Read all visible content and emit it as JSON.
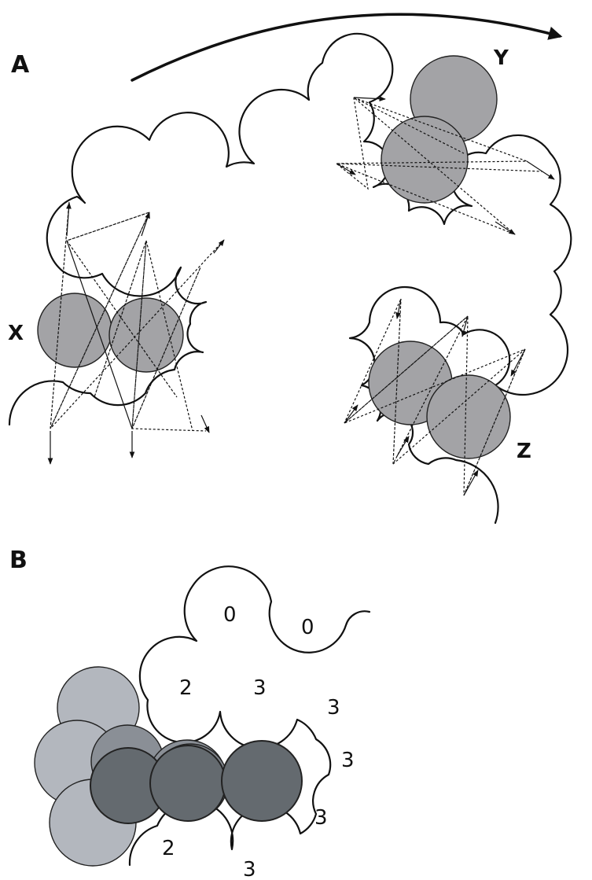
{
  "panel_a": {
    "label": "A",
    "sites": {
      "x": "X",
      "y": "Y",
      "z": "Z"
    }
  },
  "panel_b": {
    "label": "B",
    "counts": [
      "0",
      "0",
      "2",
      "3",
      "3",
      "3",
      "3",
      "2",
      "3"
    ]
  },
  "colors": {
    "molecule_a": "#a3a3a6",
    "molecule_b_light": "#b3b7be",
    "molecule_b_mid": "#8a8f96",
    "molecule_b_dark": "#646a6f",
    "outline": "#111111"
  }
}
